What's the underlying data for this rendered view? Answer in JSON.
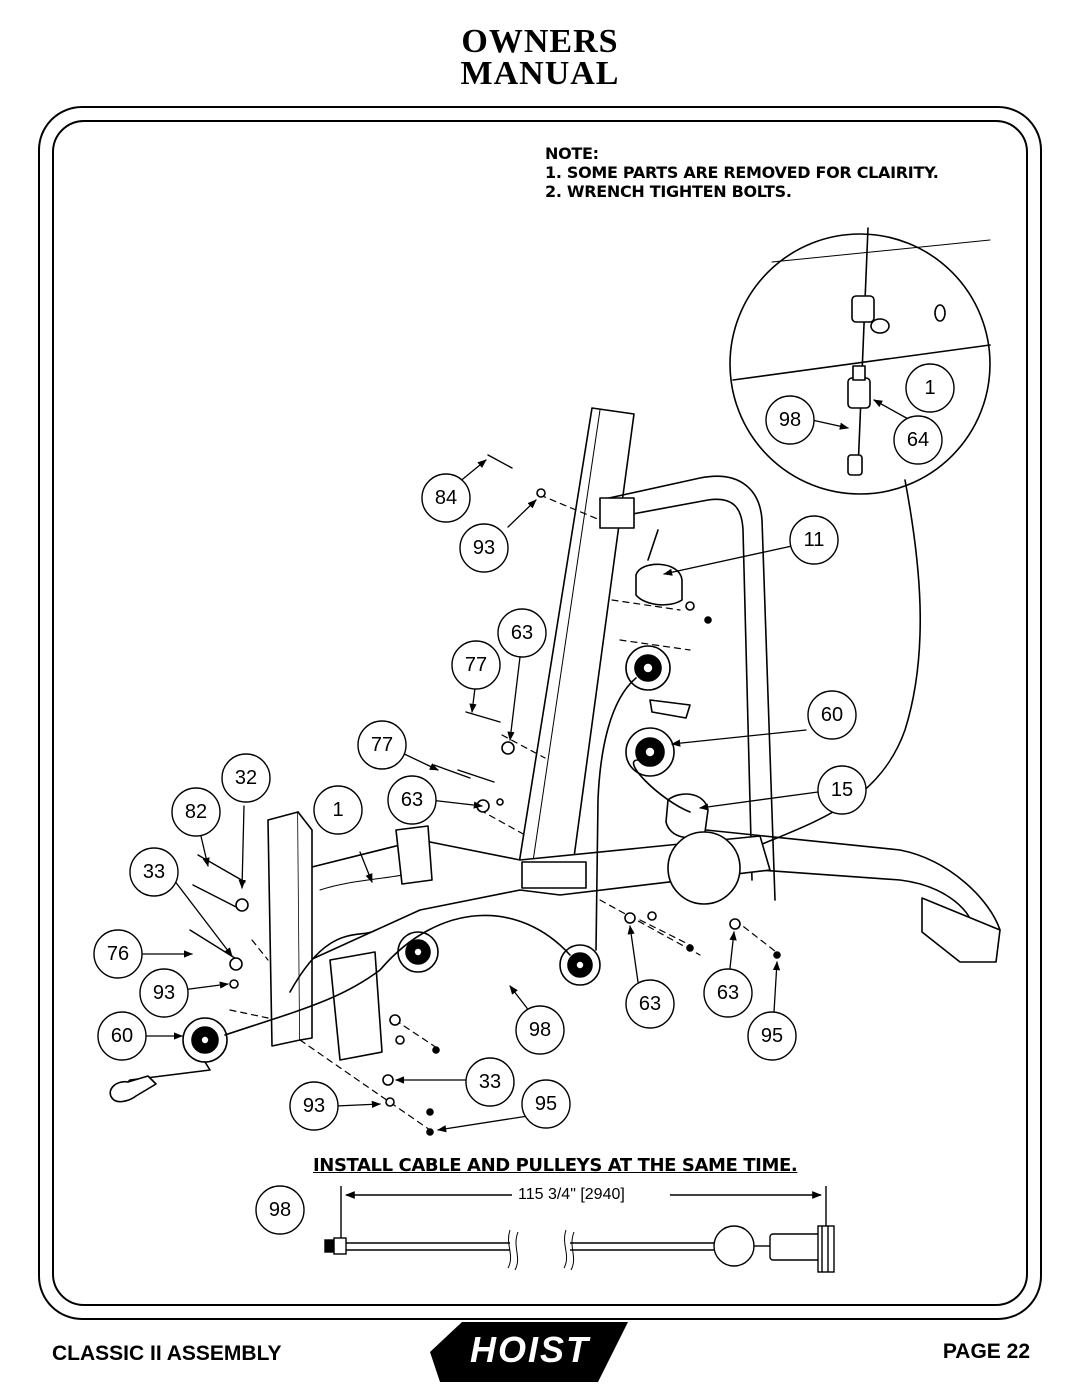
{
  "header": {
    "title_line1": "OWNERS",
    "title_line2": "MANUAL"
  },
  "note": {
    "heading": "NOTE:",
    "items": [
      "1.  SOME PARTS ARE REMOVED FOR CLAIRITY.",
      "2.  WRENCH TIGHTEN BOLTS."
    ]
  },
  "instruction": "INSTALL CABLE AND PULLEYS AT THE SAME TIME.",
  "cable_dimension": "115 3/4\" [2940]",
  "callouts": {
    "c1_detail": "1",
    "c98_detail": "98",
    "c64": "64",
    "c84": "84",
    "c93_top": "93",
    "c11": "11",
    "c63_a": "63",
    "c77_a": "77",
    "c60_right": "60",
    "c77_b": "77",
    "c63_b": "63",
    "c15": "15",
    "c32": "32",
    "c82": "82",
    "c1_main": "1",
    "c33_a": "33",
    "c76": "76",
    "c93_left": "93",
    "c60_left": "60",
    "c98_main": "98",
    "c63_c": "63",
    "c63_d": "63",
    "c95_right": "95",
    "c33_b": "33",
    "c93_bottom": "93",
    "c95_bottom": "95",
    "c98_cable": "98"
  },
  "footer": {
    "left": "CLASSIC II ASSEMBLY",
    "brand": "HOIST",
    "right": "PAGE 22"
  }
}
